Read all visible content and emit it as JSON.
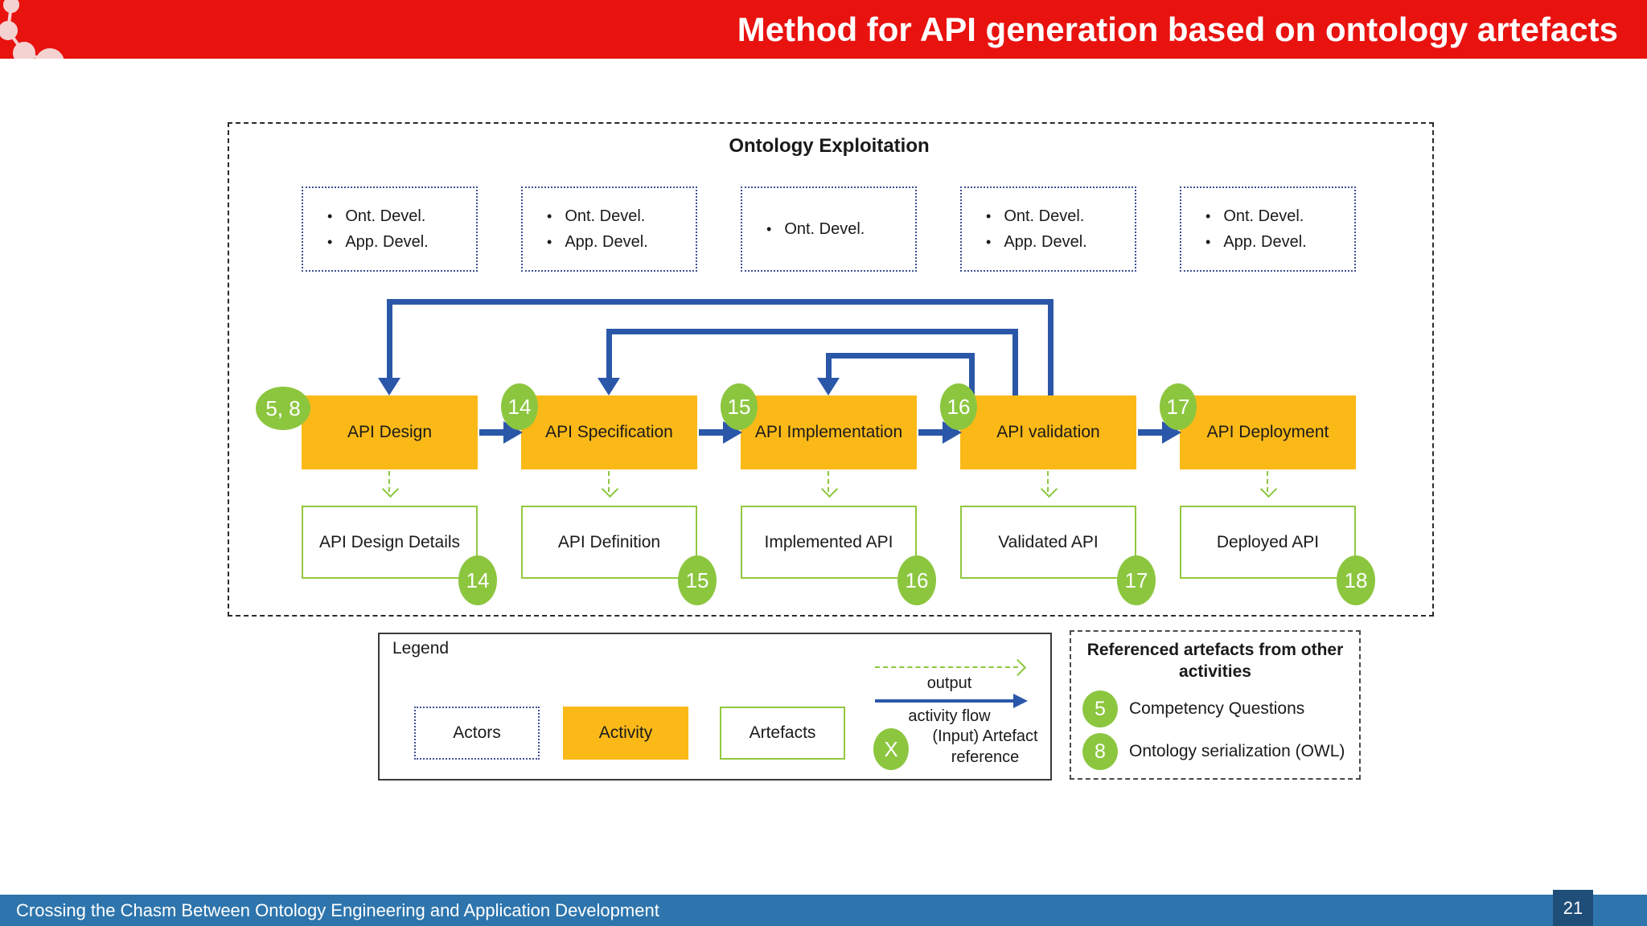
{
  "header": {
    "title": "Method for API generation based on ontology artefacts"
  },
  "diagram": {
    "title": "Ontology Exploitation",
    "columns": [
      {
        "actors": [
          "Ont. Devel.",
          "App. Devel."
        ],
        "activity": "API Design",
        "activity_badge": "5, 8",
        "artefact": "API Design Details",
        "artefact_badge": "14"
      },
      {
        "actors": [
          "Ont. Devel.",
          "App. Devel."
        ],
        "activity": "API Specification",
        "activity_badge": "14",
        "artefact": "API Definition",
        "artefact_badge": "15"
      },
      {
        "actors": [
          "Ont. Devel."
        ],
        "activity": "API Implementation",
        "activity_badge": "15",
        "artefact": "Implemented API",
        "artefact_badge": "16"
      },
      {
        "actors": [
          "Ont. Devel.",
          "App. Devel."
        ],
        "activity": "API validation",
        "activity_badge": "16",
        "artefact": "Validated API",
        "artefact_badge": "17"
      },
      {
        "actors": [
          "Ont. Devel.",
          "App. Devel."
        ],
        "activity": "API Deployment",
        "activity_badge": "17",
        "artefact": "Deployed API",
        "artefact_badge": "18"
      }
    ]
  },
  "legend": {
    "title": "Legend",
    "actors_label": "Actors",
    "activity_label": "Activity",
    "artefacts_label": "Artefacts",
    "output_label": "output",
    "activity_flow_label": "activity flow",
    "reference_badge": "X",
    "reference_label": "(Input) Artefact reference"
  },
  "referenced": {
    "title": "Referenced artefacts from other activities",
    "items": [
      {
        "badge": "5",
        "label": "Competency Questions"
      },
      {
        "badge": "8",
        "label": "Ontology serialization (OWL)"
      }
    ]
  },
  "footer": {
    "text": "Crossing the Chasm Between Ontology Engineering and Application Development",
    "page": "21"
  },
  "colors": {
    "header_red": "#E8120F",
    "activity_orange": "#FBB917",
    "badge_green": "#8CC63F",
    "artefact_border_green": "#92C83E",
    "flow_blue": "#2B57A8",
    "actor_border_navy": "#3E5095",
    "footer_blue": "#2E75AD",
    "page_badge_blue": "#1F4E79"
  }
}
